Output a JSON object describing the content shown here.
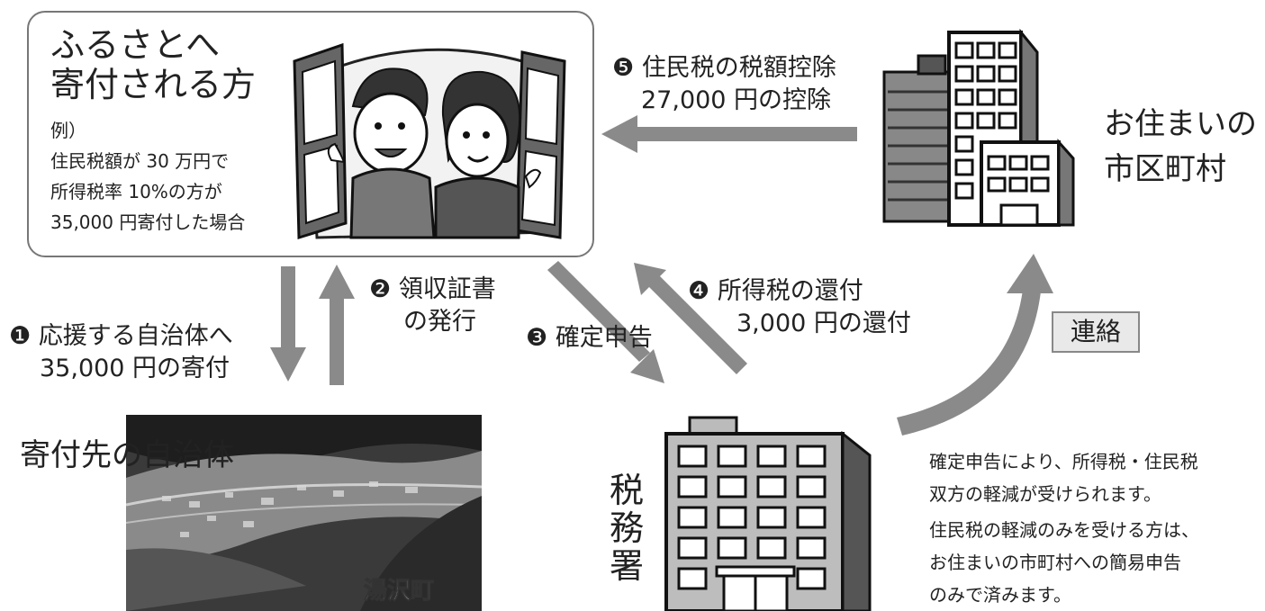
{
  "donor": {
    "title_line1": "ふるさとへ",
    "title_line2": "寄付される方",
    "example_lines": [
      "例）",
      "住民税額が 30 万円で",
      "所得税率 10%の方が",
      "35,000 円寄付した場合"
    ]
  },
  "steps": {
    "s1": {
      "num": "❶",
      "line1": "応援する自治体へ",
      "line2": "35,000 円の寄付"
    },
    "s2": {
      "num": "❷",
      "line1": "領収証書",
      "line2": "の発行"
    },
    "s3": {
      "num": "❸",
      "line1": "確定申告"
    },
    "s4": {
      "num": "❹",
      "line1": "所得税の還付",
      "line2": "3,000 円の還付"
    },
    "s5": {
      "num": "❺",
      "line1": "住民税の税額控除",
      "line2": "27,000 円の控除"
    }
  },
  "city_office": {
    "line1": "お住まいの",
    "line2": "市区町村"
  },
  "tax_office": {
    "label": "税務署"
  },
  "contact": {
    "label": "連絡"
  },
  "municipality": {
    "label": "寄付先の自治体",
    "town_name": "湯沢町"
  },
  "notes": {
    "line1": "確定申告により、所得税・住民税",
    "line2": "双方の軽減が受けられます。",
    "line3": "住民税の軽減のみを受ける方は、",
    "line4": "お住まいの市町村への簡易申告",
    "line5": "のみで済みます。"
  },
  "colors": {
    "arrow": "#8a8a8a",
    "box_border": "#777777",
    "contact_bg": "#e9e9e9"
  },
  "icons": [
    "window-couple-illustration",
    "city-hall-building-icon",
    "tax-office-building-icon",
    "valley-town-photo"
  ]
}
